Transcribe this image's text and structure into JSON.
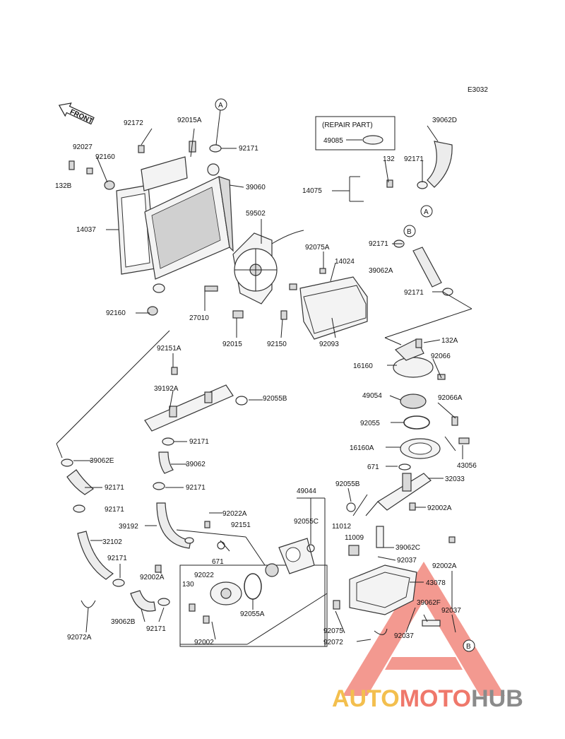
{
  "diagram_code": "E3032",
  "front_label": "FRONT",
  "repair_part": {
    "title": "(REPAIR PART)",
    "part": "49085"
  },
  "callouts": {
    "a1": "A",
    "a2": "A",
    "b1": "B",
    "b2": "B"
  },
  "watermark": {
    "part1": "AUTO",
    "part2": "MOTO",
    "part3": "HUB",
    "colors": {
      "auto": "#f2b93b",
      "moto": "#ee6a5c",
      "hub": "#7f7f7f",
      "triangle": "#ee6a5c"
    }
  },
  "labels": [
    "92172",
    "92015A",
    "92171",
    "92027",
    "92160",
    "132B",
    "39060",
    "14037",
    "59502",
    "92160",
    "27010",
    "92015",
    "92150",
    "92151A",
    "39192A",
    "92055B",
    "92171",
    "39062",
    "92171",
    "39062E",
    "92171",
    "92171",
    "39192",
    "92022A",
    "92151",
    "32102",
    "92171",
    "92002A",
    "671",
    "92022",
    "130",
    "92055A",
    "92002",
    "92072A",
    "39062B",
    "92171",
    "49044",
    "92055C",
    "39062D",
    "132",
    "92171",
    "14075",
    "92171",
    "92075A",
    "14024",
    "39062A",
    "92171",
    "92093",
    "132A",
    "92066",
    "16160",
    "49054",
    "92066A",
    "92055",
    "16160A",
    "43056",
    "671",
    "92055B",
    "32033",
    "92002A",
    "11012",
    "11009",
    "39062C",
    "92037",
    "92002A",
    "43078",
    "39062F",
    "92037",
    "92037",
    "92075",
    "92072"
  ]
}
